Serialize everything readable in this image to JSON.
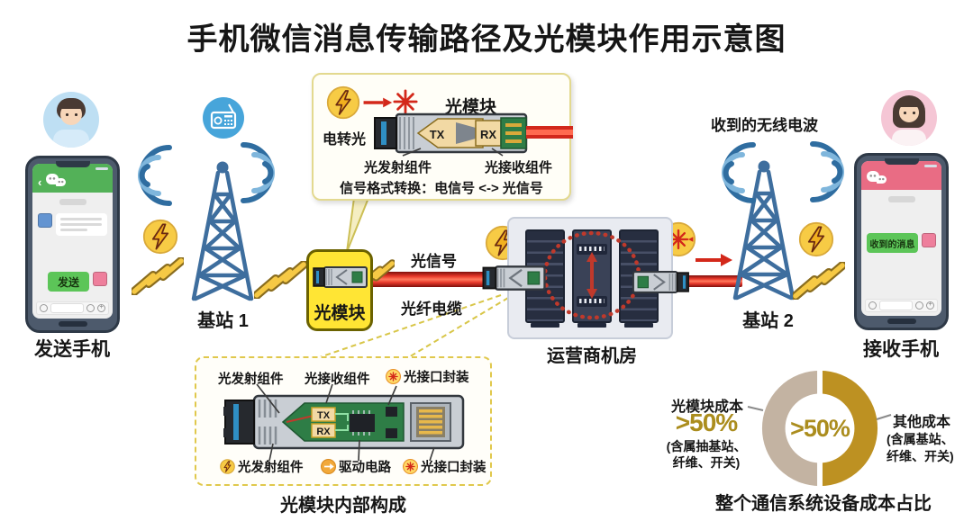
{
  "title": "手机微信消息传输路径及光模块作用示意图",
  "sender": {
    "label": "发送手机",
    "sent_bubble": "发送"
  },
  "receiver": {
    "label": "接收手机",
    "received_bubble": "收到的消息"
  },
  "station1_label": "基站 1",
  "station2_label": "基站 2",
  "received_waves_label": "收到的无线电波",
  "module_box_label": "光模块",
  "optical_signal_label": "光信号",
  "fiber_cable_label": "光纤电缆",
  "server_room_label": "运营商机房",
  "top_inset": {
    "electric_to_optical": "电转光",
    "title": "光模块",
    "tx": "TX",
    "rx": "RX",
    "transmit_component": "光发射组件",
    "receive_component": "光接收组件",
    "conversion": "信号格式转换：电信号 <-> 光信号"
  },
  "bottom_inset": {
    "transmit_top": "光发射组件",
    "receive_top": "光接收组件",
    "port_top": "光接口封装",
    "tx": "TX",
    "rx": "RX",
    "transmit_bottom": "光发射组件",
    "driver": "驱动电路",
    "port_bottom": "光接口封装",
    "caption": "光模块内部构成"
  },
  "cost": {
    "left_title": "光模块成本",
    "left_value": ">50%",
    "left_note1": "(含属抽基站、",
    "left_note2": "纤维、开关)",
    "center_value": ">50%",
    "right_title": "其他成本",
    "right_note1": "(含属基站、",
    "right_note2": "纤维、开关)",
    "caption": "整个通信系统设备成本占比"
  },
  "chart_data": {
    "type": "pie",
    "donut": true,
    "title": "整个通信系统设备成本占比",
    "center_label": ">50%",
    "slices": [
      {
        "label": "光模块成本",
        "value": 50,
        "value_text": ">50%",
        "note": "(含属抽基站、纤维、开关)",
        "color": "#C3B3A2",
        "side": "left"
      },
      {
        "label": "其他成本",
        "value": 50,
        "value_text": "",
        "note": "(含属基站、纤维、开关)",
        "color": "#BD9122",
        "side": "right"
      }
    ],
    "legend_position": "sides"
  },
  "colors": {
    "wechat_green": "#53B158",
    "receiver_pink": "#E96C84",
    "module_yellow": "#FFE534",
    "signal_red": "#D3281A",
    "tower_blue": "#3E6E9E",
    "donut_gold": "#BD9122",
    "donut_tan": "#C3B3A2"
  }
}
